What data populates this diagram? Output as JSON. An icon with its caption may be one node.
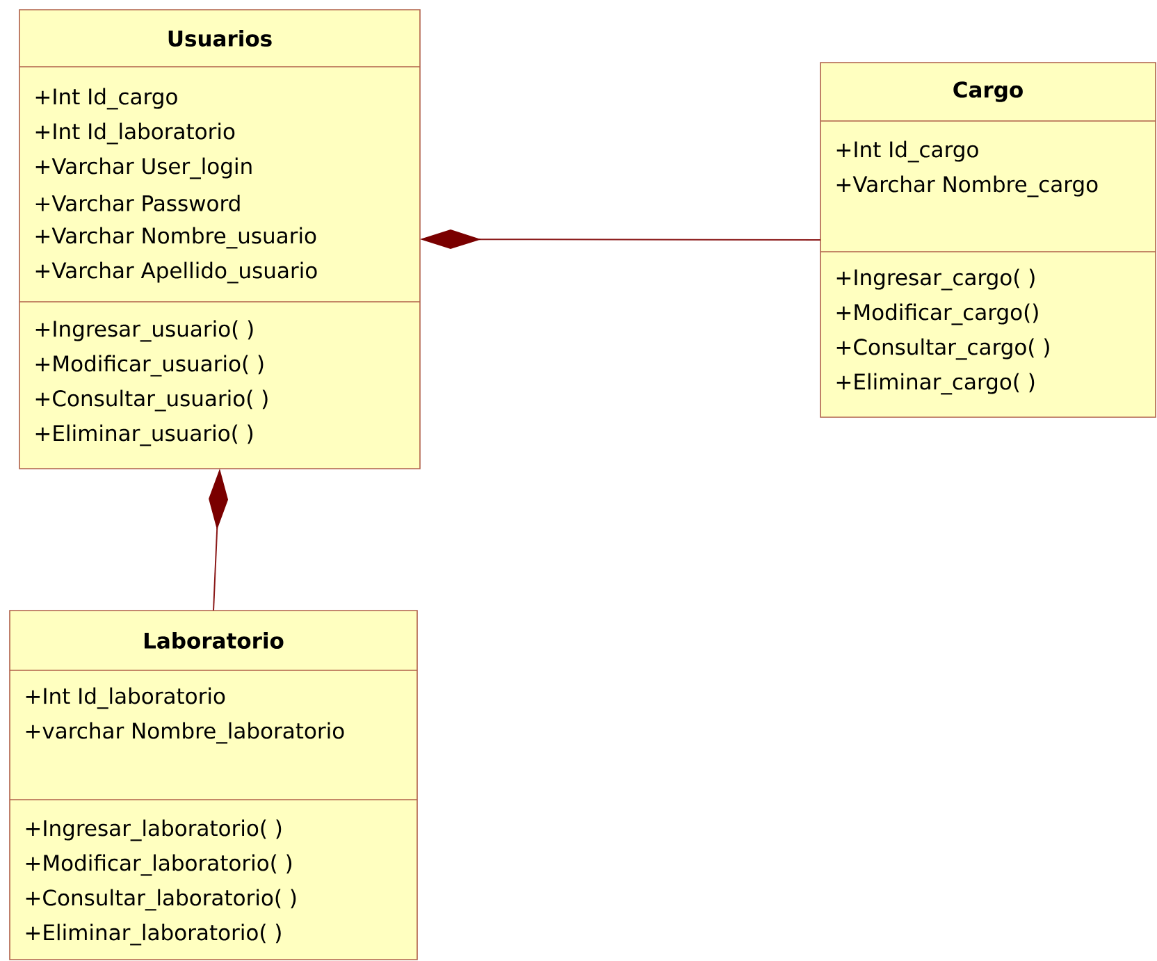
{
  "diagram": {
    "nodes": [
      {
        "text": [
          "Usuarios",
          "+Int Id_cargo",
          "+Int Id_laboratorio",
          "+Varchar User_login",
          "+Varchar Password",
          "+Varchar Nombre_usuario",
          "+Varchar Apellido_usuario",
          "+Ingresar_usuario( )",
          "+Modificar_usuario( )",
          "+Consultar_usuario( )",
          "+Eliminar_usuario( )"
        ]
      },
      {
        "text": [
          "Cargo",
          "+Int Id_cargo",
          "+Varchar Nombre_cargo",
          "+Ingresar_cargo( )",
          "+Modificar_cargo()",
          "+Consultar_cargo( )",
          "+Eliminar_cargo( )"
        ]
      },
      {
        "text": [
          "Laboratorio",
          "+Int Id_laboratorio",
          "+varchar Nombre_laboratorio",
          "+Ingresar_laboratorio( )",
          "+Modificar_laboratorio( )",
          "+Consultar_laboratorio( )",
          "+Eliminar_laboratorio( )"
        ]
      }
    ],
    "edges": [
      {
        "from": 1,
        "to": 0,
        "arrow": "other"
      },
      {
        "from": 2,
        "to": 0,
        "arrow": "other"
      }
    ]
  }
}
